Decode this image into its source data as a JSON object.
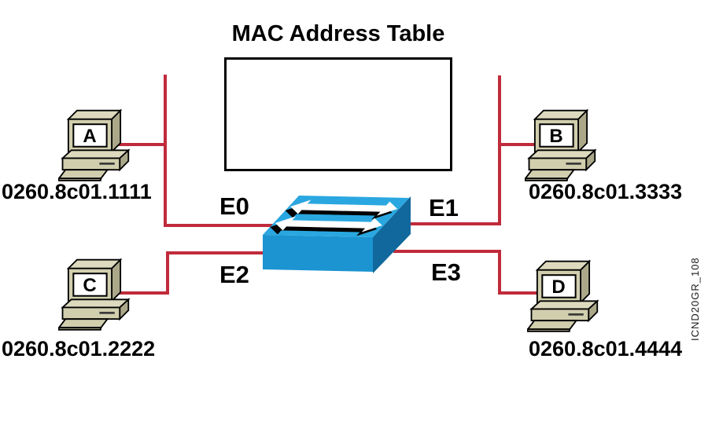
{
  "diagram": {
    "type": "network-topology",
    "figure_code": "ICND20GR_108",
    "background": "#FFFFFF"
  },
  "mac_table": {
    "title": "MAC Address Table",
    "entries": []
  },
  "switch": {
    "device": "ethernet-switch",
    "ports": [
      "E0",
      "E1",
      "E2",
      "E3"
    ]
  },
  "hosts": [
    {
      "label": "A",
      "mac": "0260.8c01.1111",
      "connects_to_port": "E0"
    },
    {
      "label": "B",
      "mac": "0260.8c01.3333",
      "connects_to_port": "E1"
    },
    {
      "label": "C",
      "mac": "0260.8c01.2222",
      "connects_to_port": "E2"
    },
    {
      "label": "D",
      "mac": "0260.8c01.4444",
      "connects_to_port": "E3"
    }
  ],
  "colors": {
    "link_red": "#C02B3B",
    "switch_top": "#2AA7E0",
    "switch_front": "#1B94D1",
    "switch_side": "#10689C",
    "host_face": "#D1CEAE",
    "host_top": "#DCD9BE",
    "host_side": "#ABA88A",
    "outline": "#000000",
    "text": "#000000"
  }
}
